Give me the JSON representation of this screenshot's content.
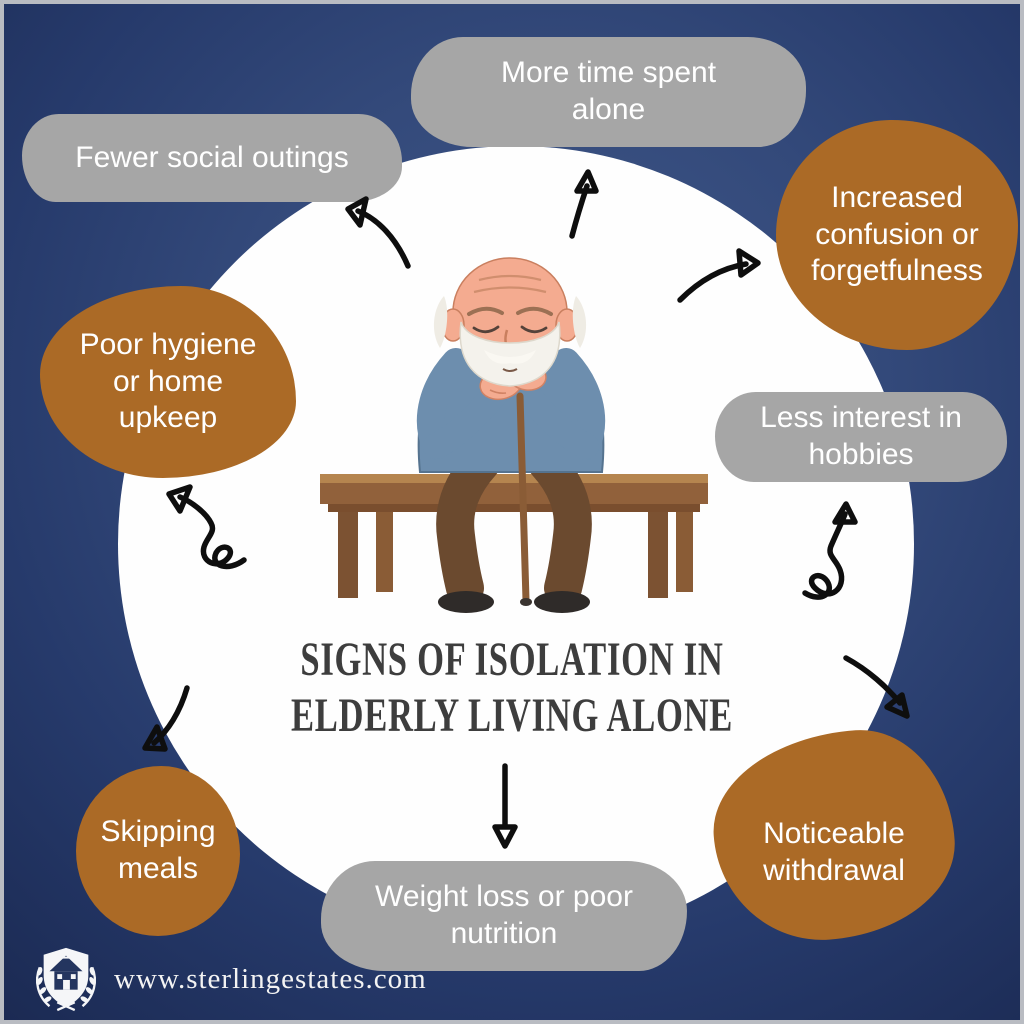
{
  "title": {
    "line1": "SIGNS OF ISOLATION IN",
    "line2": "ELDERLY LIVING ALONE"
  },
  "signs": [
    {
      "label": "More time spent alone",
      "color": "gray",
      "position": "top"
    },
    {
      "label": "Increased confusion or forgetfulness",
      "color": "brown",
      "position": "top-right"
    },
    {
      "label": "Less interest in hobbies",
      "color": "gray",
      "position": "right"
    },
    {
      "label": "Noticeable withdrawal",
      "color": "brown",
      "position": "bottom-right"
    },
    {
      "label": "Weight loss or poor nutrition",
      "color": "gray",
      "position": "bottom"
    },
    {
      "label": "Skipping meals",
      "color": "brown",
      "position": "bottom-left"
    },
    {
      "label": "Poor hygiene or home upkeep",
      "color": "brown",
      "position": "left"
    },
    {
      "label": "Fewer social outings",
      "color": "gray",
      "position": "top-left"
    }
  ],
  "illustration": {
    "description": "Sad elderly man sitting alone on a wooden bench, head bowed, hands resting on a cane"
  },
  "footer": {
    "website": "www.sterlingestates.com",
    "logo_icon": "shield-house-laurel-icon"
  },
  "colors": {
    "background_navy_dark": "#1b2a53",
    "background_navy_light": "#41598a",
    "circle_white": "#fefefe",
    "blob_gray": "#a6a6a6",
    "blob_brown": "#ab6a26",
    "blob_text": "#ffffff",
    "title_text": "#3d3d3d",
    "arrow_black": "#0e0e0e",
    "border_gray": "#b9bcc2"
  }
}
